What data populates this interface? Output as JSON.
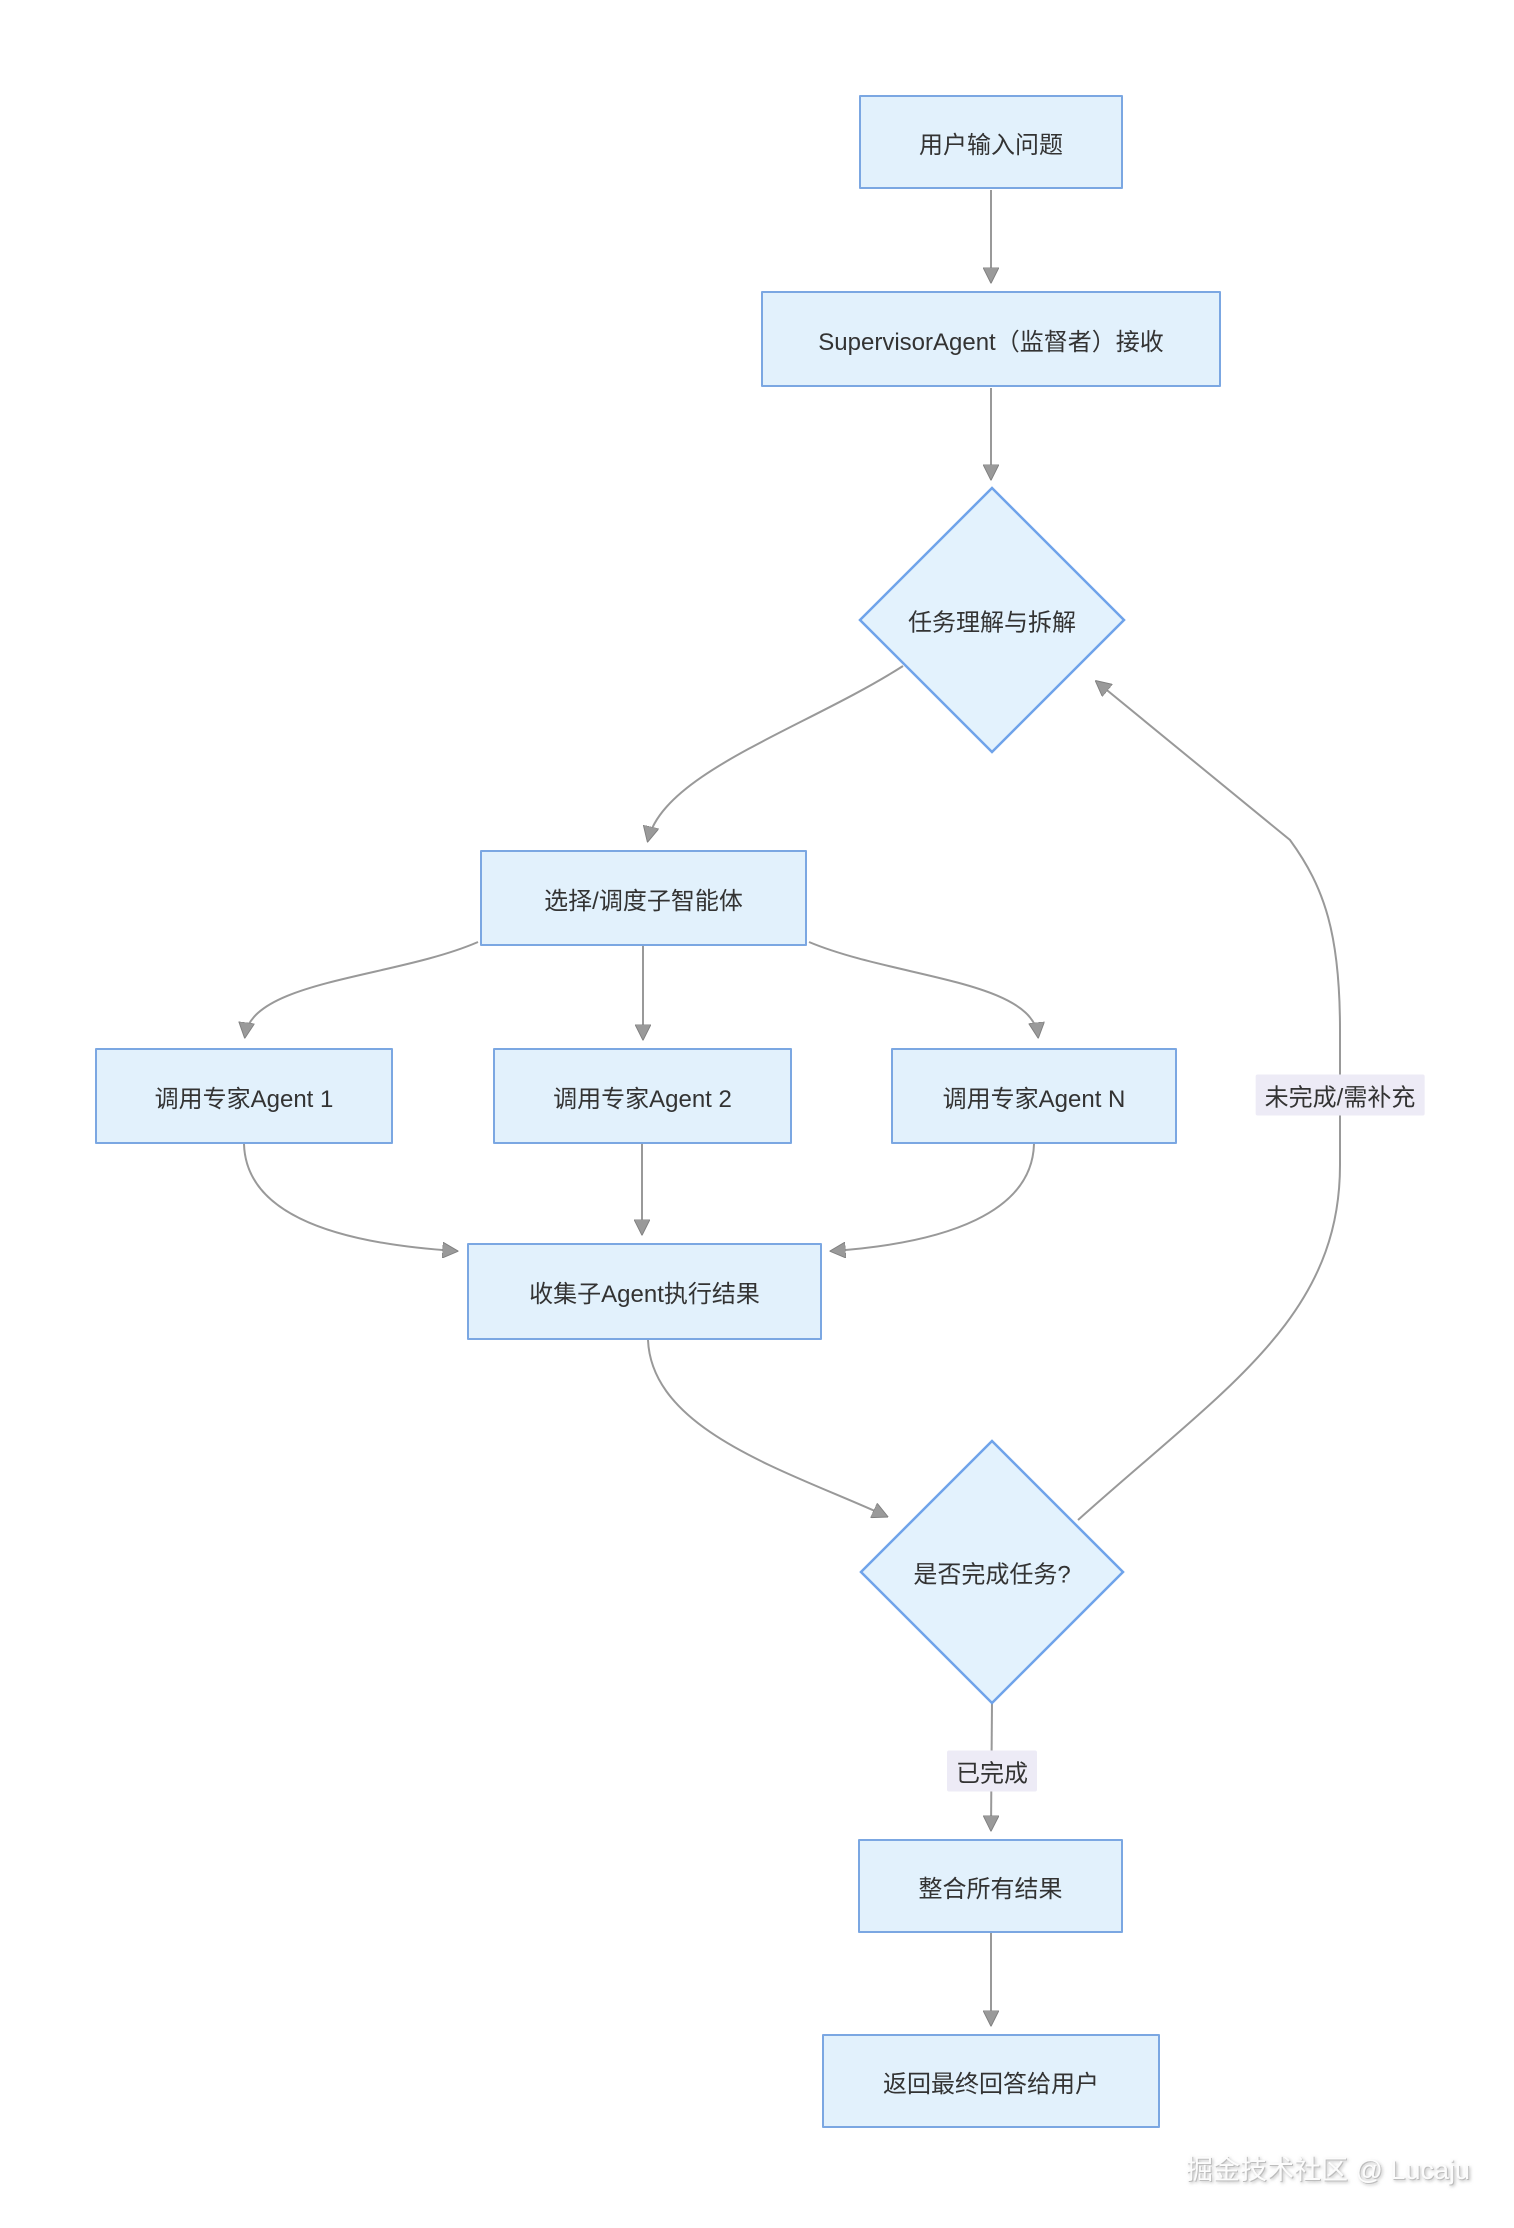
{
  "diagram": {
    "nodes": {
      "user_input": "用户输入问题",
      "supervisor": "SupervisorAgent（监督者）接收",
      "task_decompose": "任务理解与拆解",
      "dispatch": "选择/调度子智能体",
      "agent1": "调用专家Agent 1",
      "agent2": "调用专家Agent 2",
      "agentN": "调用专家Agent N",
      "collect": "收集子Agent执行结果",
      "task_done_check": "是否完成任务?",
      "aggregate": "整合所有结果",
      "return_answer": "返回最终回答给用户"
    },
    "edge_labels": {
      "done": "已完成",
      "not_done": "未完成/需补充"
    },
    "watermark": "掘金技术社区 @ Lucaju",
    "colors": {
      "node_fill": "#E2F1FC",
      "node_border": "#7BA7E2",
      "diamond_fill": "#E3F2FD",
      "diamond_border": "#6FA3EA",
      "edge_line": "#999999",
      "edge_label_bg": "#EDEBF6",
      "text": "#333333"
    }
  }
}
